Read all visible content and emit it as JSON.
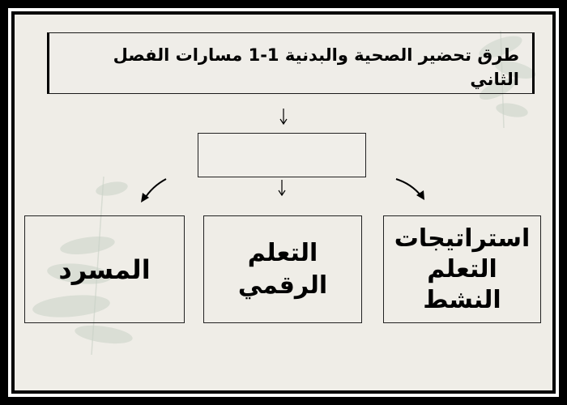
{
  "title": "طرق تحضير الصحية والبدنية 1-1 مسارات الفصل الثاني",
  "center_box_label": "",
  "boxes": {
    "left": "المسرد",
    "middle": "التعلم الرقمي",
    "right_line1": "استراتيجات",
    "right_line2": "التعلم النشط"
  }
}
